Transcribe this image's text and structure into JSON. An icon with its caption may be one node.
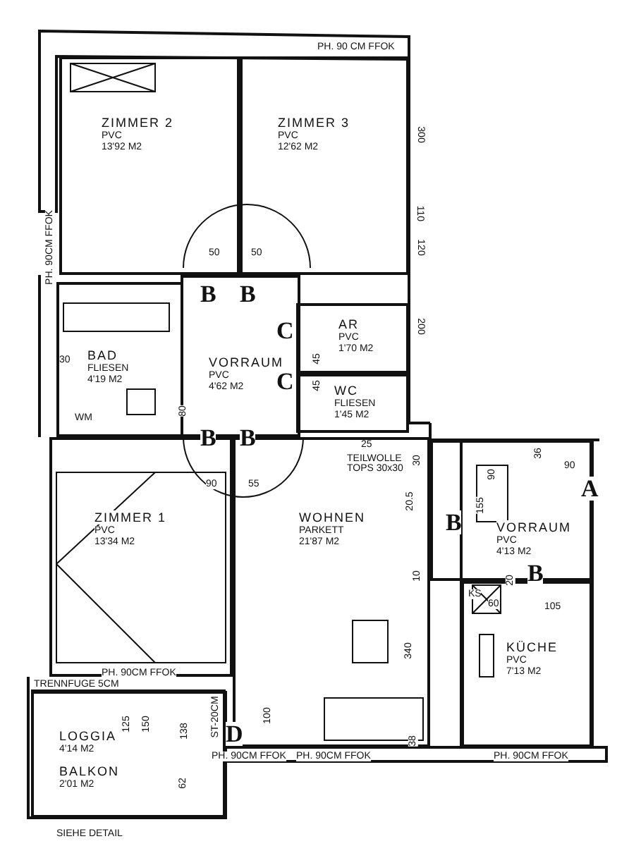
{
  "diagram": {
    "nodes": [
      {
        "text": [
          "ZIMMER 2",
          "PVC",
          "13'92 M2"
        ]
      },
      {
        "text": [
          "ZIMMER 3",
          "PVC",
          "12'62 M2"
        ]
      },
      {
        "text": [
          "BAD",
          "FLIESEN",
          "4'19 M2"
        ]
      },
      {
        "text": [
          "VORRAUM",
          "PVC",
          "4'62 M2"
        ]
      },
      {
        "text": [
          "AR",
          "PVC",
          "1'70 M2"
        ]
      },
      {
        "text": [
          "WC",
          "FLIESEN",
          "1'45 M2"
        ]
      },
      {
        "text": [
          "ZIMMER 1",
          "PVC",
          "13'34 M2"
        ]
      },
      {
        "text": [
          "WOHNEN",
          "PARKETT",
          "21'87 M2"
        ]
      },
      {
        "text": [
          "VORRAUM",
          "PVC",
          "4'13 M2"
        ]
      },
      {
        "text": [
          "KÜCHE",
          "PVC",
          "7'13 M2"
        ]
      },
      {
        "text": [
          "LOGGIA",
          "4'14 M2",
          "BALKON",
          "2'01 M2"
        ]
      }
    ],
    "labels": [
      "PH. 90 CM FFOK",
      "PH. 90CM FFOK",
      "300",
      "110",
      "120",
      "200",
      "50",
      "50",
      "B",
      "B",
      "C",
      "45",
      "45",
      "C",
      "30",
      "WM",
      "80",
      "B",
      "B",
      "90",
      "55",
      "25",
      "TEILWOLLE TOPS 30x30",
      "30",
      "20.5",
      "155",
      "90",
      "36",
      "90",
      "A",
      "B",
      "10",
      "B",
      "KS",
      "60",
      "20",
      "105",
      "340",
      "38",
      "PH. 90CM FFOK",
      "PH. 90CM FFOK",
      "PH. 90CM FFOK",
      "PH. 90CM FFOK",
      "TRENNFUGE 5CM",
      "125",
      "150",
      "138",
      "ST-20CM",
      "100",
      "D",
      "62",
      "SIEHE DETAIL"
    ]
  }
}
